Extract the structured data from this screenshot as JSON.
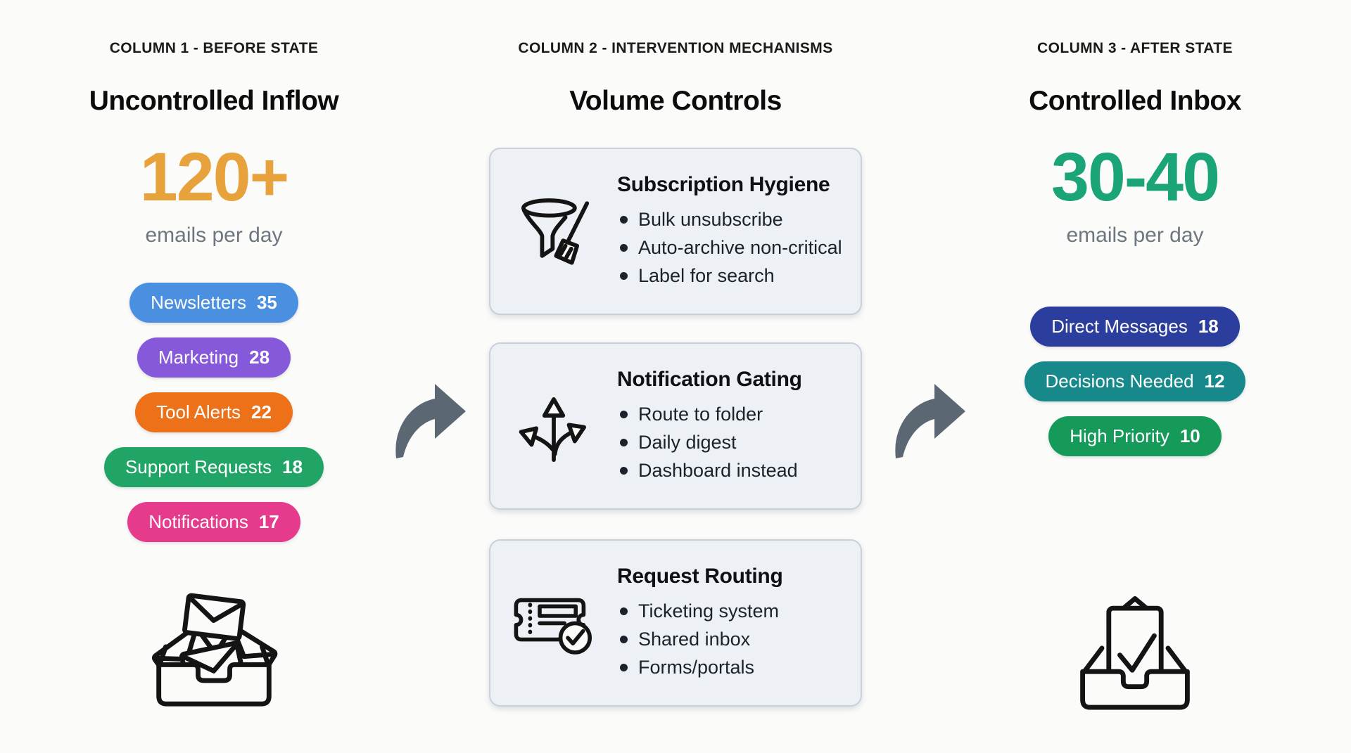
{
  "columns": {
    "before": {
      "kicker": "COLUMN 1 - BEFORE STATE",
      "title": "Uncontrolled Inflow",
      "metric": {
        "value": "120+",
        "label": "emails per day",
        "color": "#E8A23B"
      },
      "pills": [
        {
          "label": "Newsletters",
          "count": "35",
          "color": "#4A8FE0"
        },
        {
          "label": "Marketing",
          "count": "28",
          "color": "#8659DB"
        },
        {
          "label": "Tool Alerts",
          "count": "22",
          "color": "#ED7119"
        },
        {
          "label": "Support Requests",
          "count": "18",
          "color": "#21A567"
        },
        {
          "label": "Notifications",
          "count": "17",
          "color": "#E63A8C"
        }
      ],
      "icon": "overflowing-inbox-icon"
    },
    "interventions": {
      "kicker": "COLUMN 2 - INTERVENTION MECHANISMS",
      "title": "Volume Controls",
      "cards": [
        {
          "icon": "funnel-broom-icon",
          "title": "Subscription Hygiene",
          "bullets": [
            "Bulk unsubscribe",
            "Auto-archive non-critical",
            "Label for search"
          ]
        },
        {
          "icon": "branching-arrows-icon",
          "title": "Notification Gating",
          "bullets": [
            "Route to folder",
            "Daily digest",
            "Dashboard instead"
          ]
        },
        {
          "icon": "ticket-check-icon",
          "title": "Request Routing",
          "bullets": [
            "Ticketing system",
            "Shared inbox",
            "Forms/portals"
          ]
        }
      ]
    },
    "after": {
      "kicker": "COLUMN 3 - AFTER STATE",
      "title": "Controlled Inbox",
      "metric": {
        "value": "30-40",
        "label": "emails per day",
        "color": "#1BA477"
      },
      "pills": [
        {
          "label": "Direct Messages",
          "count": "18",
          "color": "#2B3D9D"
        },
        {
          "label": "Decisions Needed",
          "count": "12",
          "color": "#17898A"
        },
        {
          "label": "High Priority",
          "count": "10",
          "color": "#169A5A"
        }
      ],
      "icon": "inbox-check-icon"
    }
  },
  "colors": {
    "background": "#FBFBF9",
    "card_background": "#EDF0F4",
    "card_border": "#C9D0DB",
    "arrow": "#5C6774",
    "muted_text": "#6E7680"
  }
}
